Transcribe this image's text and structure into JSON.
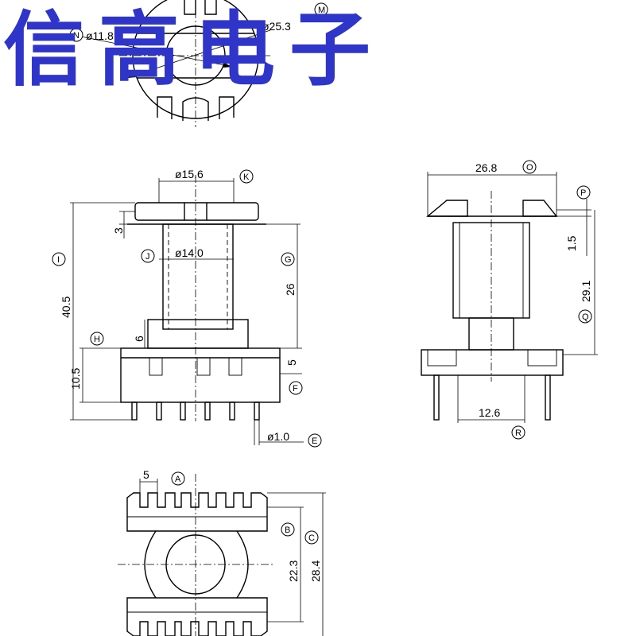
{
  "watermark": {
    "text": "信高电子",
    "color": "#2f35c8"
  },
  "colors": {
    "line": "#000000",
    "background": "#ffffff"
  },
  "dimensions": {
    "N": "ø11.8",
    "M": "ø25.3",
    "K": "ø15.6",
    "J": "ø14.0",
    "G": "26",
    "I": "40.5",
    "H": "6",
    "H_top": "3",
    "D": "10.5",
    "F": "5",
    "E": "ø1.0",
    "O": "26.8",
    "P": "1.5",
    "Q": "29.1",
    "R": "12.6",
    "A": "5",
    "B": "22.3",
    "C": "28.4"
  },
  "balloons": {
    "N": "N",
    "M": "M",
    "K": "K",
    "J": "J",
    "G": "G",
    "I": "I",
    "H": "H",
    "F": "F",
    "E": "E",
    "O": "O",
    "P": "P",
    "Q": "Q",
    "R": "R",
    "A": "A",
    "B": "B",
    "C": "C"
  }
}
